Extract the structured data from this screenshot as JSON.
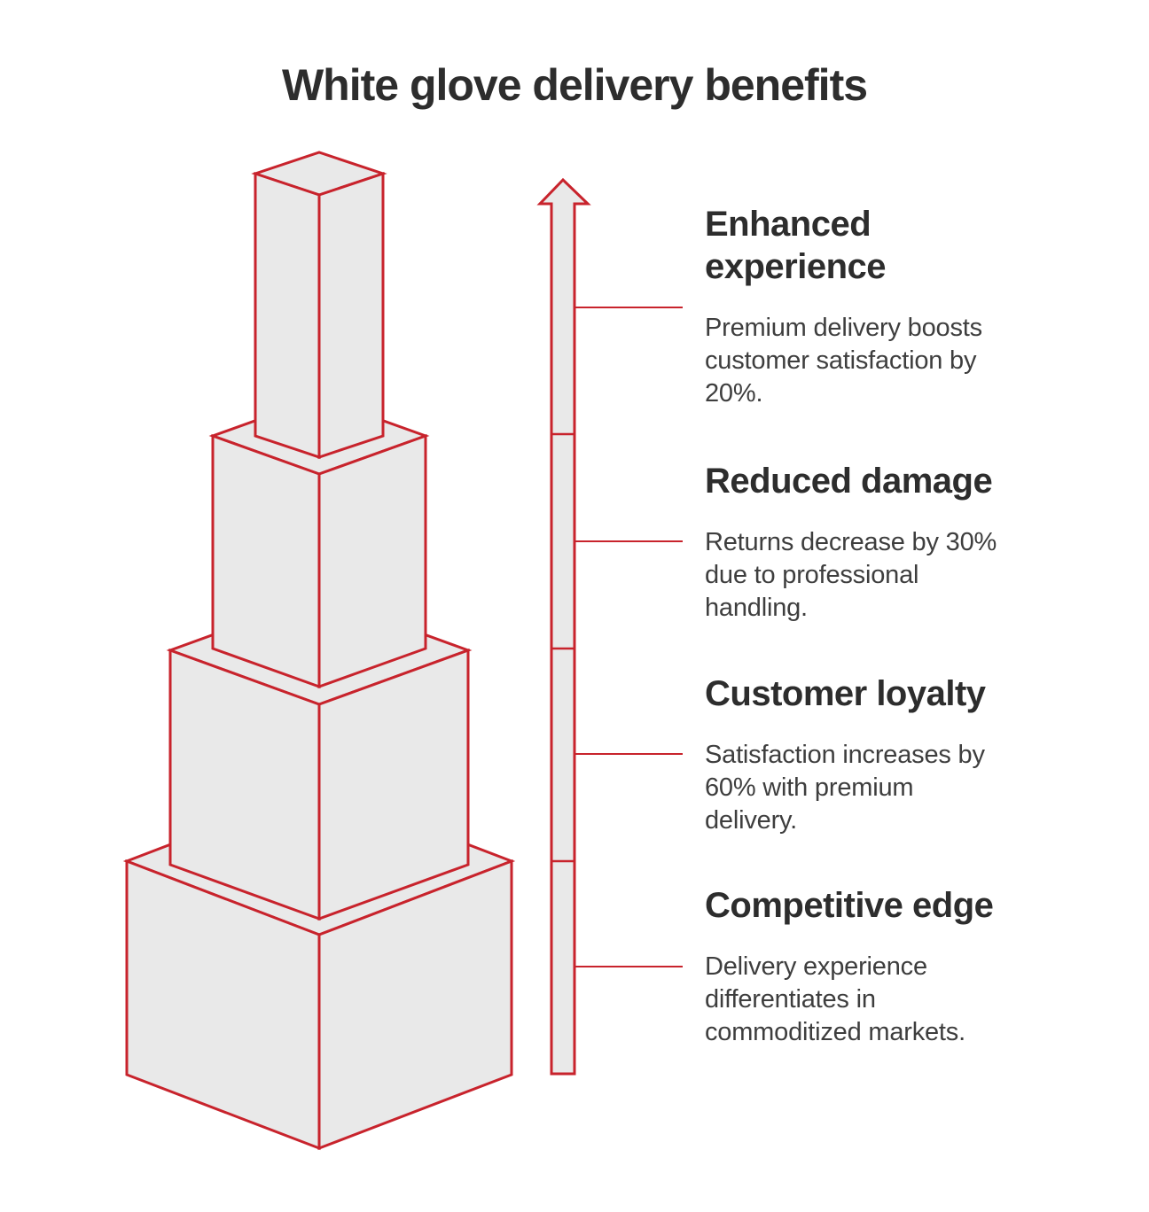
{
  "title": "White glove delivery benefits",
  "colors": {
    "accent_red": "#c8232c",
    "box_fill": "#e9e9e9",
    "heading_text": "#2d2d2d",
    "body_text": "#3e3e3e"
  },
  "benefits": [
    {
      "heading": "Enhanced\nexperience",
      "description": "Premium delivery boosts\ncustomer satisfaction by\n20%."
    },
    {
      "heading": "Reduced damage",
      "description": "Returns decrease by 30%\ndue to professional\nhandling."
    },
    {
      "heading": "Customer loyalty",
      "description": "Satisfaction increases by\n60% with premium\ndelivery."
    },
    {
      "heading": "Competitive edge",
      "description": "Delivery experience\ndifferentiates in\ncommoditized markets."
    }
  ]
}
